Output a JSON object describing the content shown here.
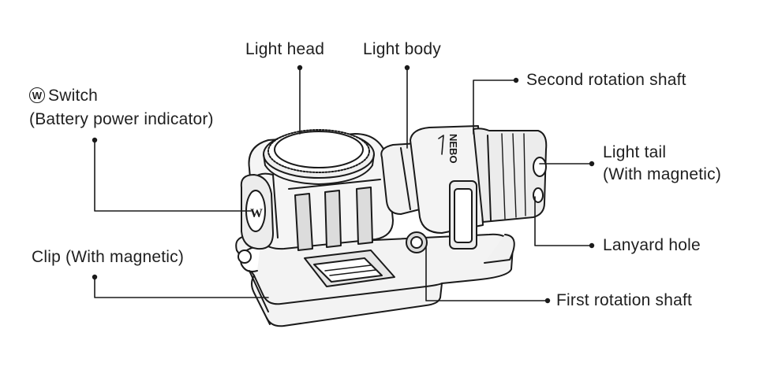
{
  "labels": {
    "light_head": "Light head",
    "light_body": "Light body",
    "switch_icon": "W",
    "switch": "Switch",
    "switch_sub": "(Battery power indicator)",
    "second_shaft": "Second rotation shaft",
    "light_tail": "Light tail",
    "light_tail_sub": "(With magnetic)",
    "lanyard_hole": "Lanyard hole",
    "clip": "Clip (With magnetic)",
    "first_shaft": "First rotation shaft",
    "brand": "NEBO"
  },
  "colors": {
    "line": "#1a1a1a",
    "body_fill": "#f4f4f4",
    "shade": "#d9d9d9"
  }
}
